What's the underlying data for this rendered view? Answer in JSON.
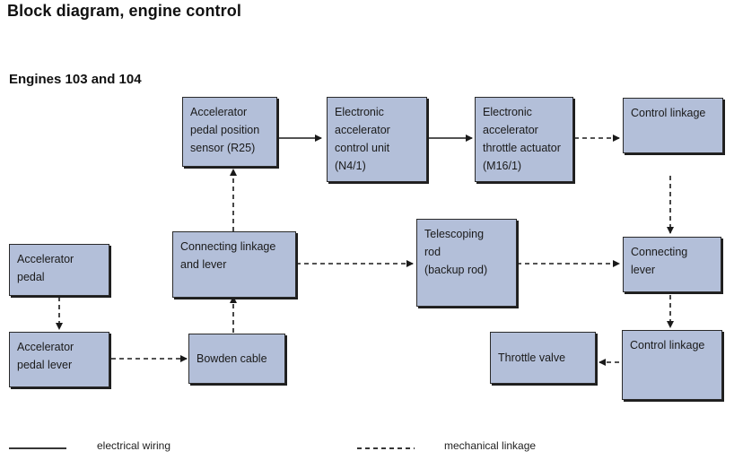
{
  "title": "Block diagram, engine control",
  "subtitle": "Engines 103 and 104",
  "blocks": {
    "pedal_sensor": [
      "Accelerator",
      "pedal position",
      "sensor (R25)"
    ],
    "ecu": [
      "Electronic",
      "accelerator",
      "control unit",
      "(N4/1)"
    ],
    "throttle_actuator": [
      "Electronic",
      "accelerator",
      "throttle actuator",
      "(M16/1)"
    ],
    "control_linkage_top": [
      "Control linkage"
    ],
    "connecting_linkage": [
      "Connecting linkage",
      "and lever"
    ],
    "telescoping_rod": [
      "Telescoping",
      "rod",
      "(backup rod)"
    ],
    "connecting_lever": [
      "Connecting",
      "lever"
    ],
    "accelerator_pedal": [
      "Accelerator",
      "pedal"
    ],
    "accelerator_lever": [
      "Accelerator",
      "pedal lever"
    ],
    "bowden_cable": [
      "Bowden cable"
    ],
    "throttle_valve": [
      "Throttle valve"
    ],
    "control_linkage_bottom": [
      "Control linkage"
    ]
  },
  "legend": {
    "electrical": "electrical wiring",
    "mechanical": "mechanical linkage"
  },
  "colors": {
    "block_fill": "#b3bfd9",
    "border": "#2a2a2a"
  }
}
